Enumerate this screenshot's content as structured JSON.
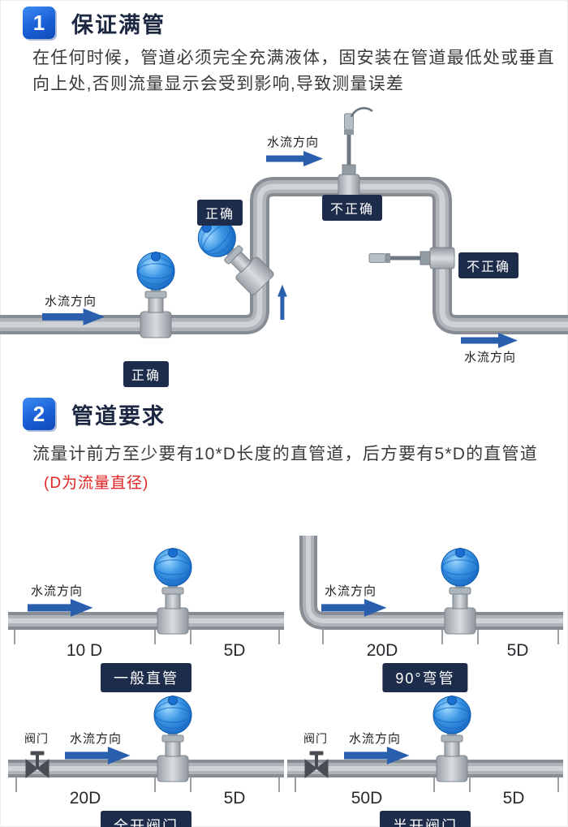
{
  "colors": {
    "accent_blue": "#1a5fd6",
    "tag_navy": "#1d2c4b",
    "arrow_blue": "#2a5fae",
    "note_red": "#e02222",
    "pipe_gray": "#8c9196"
  },
  "section1": {
    "number": "1",
    "title": "保证满管",
    "body": "在任何时候，管道必须完全充满液体，固安装在管道最低处或垂直向上处,否则流量显示会受到影响,导致测量误差",
    "diagram": {
      "flow_top": "水流方向",
      "flow_left": "水流方向",
      "flow_right": "水流方向",
      "tag_correct_1": "正确",
      "tag_incorrect_1": "不正确",
      "tag_incorrect_2": "不正确",
      "tag_correct_2": "正确"
    }
  },
  "section2": {
    "number": "2",
    "title": "管道要求",
    "body": "流量计前方至少要有10*D长度的直管道，后方要有5*D的直管道",
    "note": "(D为流量直径)",
    "diagrams": [
      {
        "flow": "水流方向",
        "front": "10 D",
        "back": "5D",
        "caption": "一般直管"
      },
      {
        "flow": "水流方向",
        "front": "20D",
        "back": "5D",
        "caption": "90°弯管"
      },
      {
        "flow": "水流方向",
        "valve": "阀门",
        "front": "20D",
        "back": "5D",
        "caption": "全开阀门"
      },
      {
        "flow": "水流方向",
        "valve": "阀门",
        "front": "50D",
        "back": "5D",
        "caption": "半开阀门"
      }
    ]
  }
}
